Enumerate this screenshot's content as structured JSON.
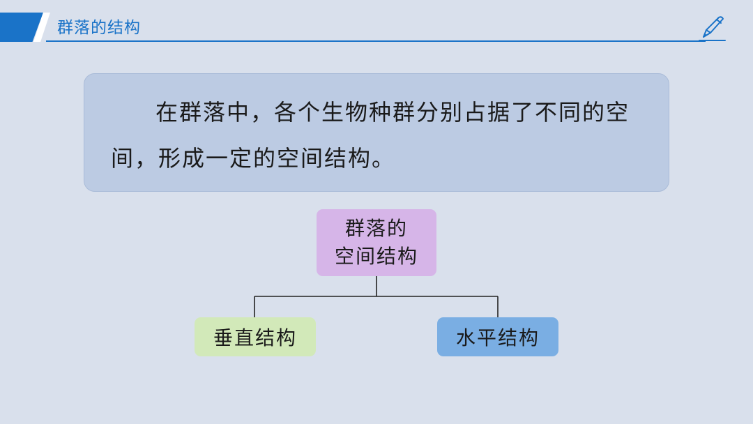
{
  "header": {
    "title": "群落的结构",
    "icon": "pen-icon"
  },
  "content": {
    "paragraph": "在群落中，各个生物种群分别占据了不同的空间，形成一定的空间结构。"
  },
  "diagram": {
    "root": {
      "line1": "群落的",
      "line2": "空间结构"
    },
    "children": [
      {
        "label": "垂直结构"
      },
      {
        "label": "水平结构"
      }
    ]
  },
  "colors": {
    "accent": "#1a73c8",
    "background": "#d9e0ec",
    "text_box": "#bccbe3",
    "root_node": "#d6b5e8",
    "left_node": "#d2e9b9",
    "right_node": "#7aaee3"
  }
}
